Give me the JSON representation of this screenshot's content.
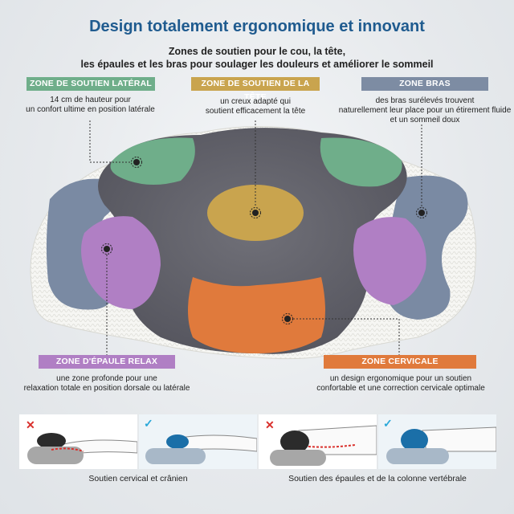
{
  "title": "Design totalement ergonomique et innovant",
  "subtitle": {
    "line1": "Zones de soutien pour le cou, la tête,",
    "line2": "les épaules et les bras pour soulager les douleurs et améliorer le sommeil"
  },
  "zones": {
    "lateral": {
      "label": "ZONE DE SOUTIEN LATÉRAL",
      "line1": "14 cm de hauteur pour",
      "line2": "un confort ultime en position latérale",
      "color": "#6fae8a"
    },
    "head": {
      "label": "ZONE DE SOUTIEN DE LA TÊTE",
      "line1": "un creux adapté qui",
      "line2": "soutient efficacement la tête",
      "color": "#c9a44e"
    },
    "arms": {
      "label": "ZONE BRAS",
      "line1": "des bras surélevés trouvent",
      "line2": "naturellement leur place pour un étirement fluide",
      "line3": "et un sommeil doux",
      "color": "#7d8ca3"
    },
    "shoulder": {
      "label": "ZONE D'ÉPAULE RELAX",
      "line1": "une zone profonde pour une",
      "line2": "relaxation totale en position dorsale ou latérale",
      "color": "#b07fc4"
    },
    "cervical": {
      "label": "ZONE CERVICALE",
      "line1": "un design ergonomique pour un soutien",
      "line2": "confortable et une correction cervicale optimale",
      "color": "#e07a3c"
    }
  },
  "captions": {
    "left": "Soutien cervical et crânien",
    "right": "Soutien des épaules et de la colonne vertébrale"
  }
}
